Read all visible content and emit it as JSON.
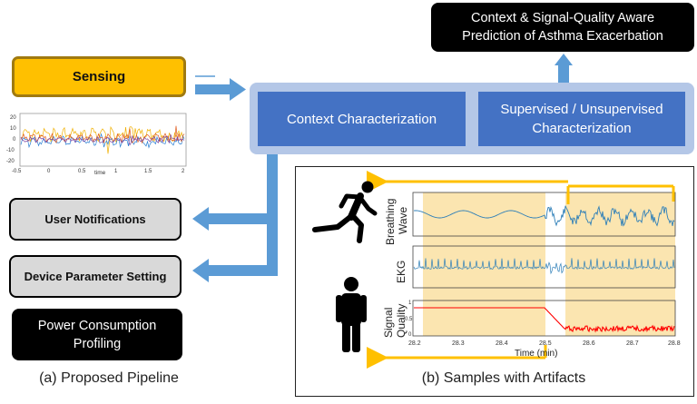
{
  "boxes": {
    "sensing": "Sensing",
    "output_line1": "Context & Signal-Quality Aware",
    "output_line2": "Prediction of Asthma Exacerbation",
    "context_characterization": "Context Characterization",
    "supervised_line1": "Supervised / Unsupervised",
    "supervised_line2": "Characterization",
    "user_notifications": "User Notifications",
    "device_parameter_setting": "Device Parameter Setting",
    "power_line1": "Power Consumption",
    "power_line2": "Profiling"
  },
  "captions": {
    "proposed_pipeline": "(a) Proposed Pipeline",
    "samples_with_artifacts": "(b) Samples with Artifacts"
  },
  "sensing_plot": {
    "x_ticks": [
      "-0.5",
      "0",
      "0.5",
      "1",
      "1.5",
      "2"
    ],
    "y_ticks": [
      "20",
      "10",
      "0",
      "-10",
      "-20"
    ],
    "x_label": "time"
  },
  "artifact_plot": {
    "breathing_label_line1": "Breathing",
    "breathing_label_line2": "Wave",
    "ekg_label": "EKG",
    "quality_label_line1": "Signal",
    "quality_label_line2": "Quality",
    "quality_y_ticks": [
      "1",
      "0.5",
      "0"
    ],
    "x_ticks": [
      "28.2",
      "28.3",
      "28.4",
      "28.5",
      "28.6",
      "28.7",
      "28.8"
    ],
    "x_label": "Time (min)"
  },
  "colors": {
    "sensing_fill": "#ffc000",
    "arrow_blue": "#5b9bd5",
    "panel_light_blue": "#b4c7e7",
    "box_blue": "#4472c4",
    "highlight_yellow": "#fbe5b0",
    "artifact_arrow": "#ffc000",
    "quality_line": "#ff0000",
    "signal_line": "#2e7fb8"
  },
  "icons": [
    "running-person-icon",
    "standing-person-icon"
  ]
}
